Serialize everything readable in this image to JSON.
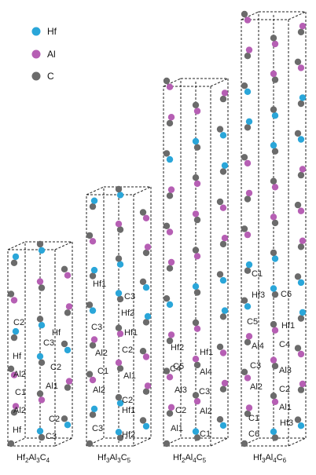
{
  "legend": [
    {
      "name": "hf-legend",
      "label": "Hf",
      "color": "#2aa6d9"
    },
    {
      "name": "al-legend",
      "label": "Al",
      "color": "#b65fb4"
    },
    {
      "name": "c-legend",
      "label": "C",
      "color": "#6b6b6b"
    }
  ],
  "colors": {
    "Hf": "#2aa6d9",
    "Al": "#b65fb4",
    "C": "#6b6b6b"
  },
  "structures": [
    {
      "formula": "Hf2Al3C4",
      "caption": {
        "a": "Hf",
        "n1": "2",
        "b": "Al",
        "n2": "3",
        "c": "C",
        "n3": "4"
      },
      "labels": [
        "C2",
        "Hf",
        "C3",
        "Hf",
        "Al2",
        "C2",
        "C1",
        "Al1",
        "Al2",
        "C2",
        "Hf",
        "C3"
      ]
    },
    {
      "formula": "Hf3Al3C5",
      "caption": {
        "a": "Hf",
        "n1": "3",
        "b": "Al",
        "n2": "3",
        "c": "C",
        "n3": "5"
      },
      "labels": [
        "Hf1",
        "C3",
        "C3",
        "Hf2",
        "Hf1",
        "Al2",
        "C2",
        "C1",
        "Al1",
        "Al2",
        "C2",
        "Hf1",
        "C3",
        "Hf2"
      ]
    },
    {
      "formula": "Hf2Al4C5",
      "caption": {
        "a": "Hf",
        "n1": "2",
        "b": "Al",
        "n2": "4",
        "c": "C",
        "n3": "5"
      },
      "labels": [
        "Hf2",
        "C5",
        "Hf1",
        "C4",
        "Al4",
        "Al3",
        "C3",
        "C2",
        "Al2",
        "Al1",
        "C1"
      ]
    },
    {
      "formula": "Hf3Al4C6",
      "caption": {
        "a": "Hf",
        "n1": "3",
        "b": "Al",
        "n2": "4",
        "c": "C",
        "n3": "6"
      },
      "labels": [
        "C1",
        "Hf3",
        "C6",
        "C5",
        "Hf1",
        "Al4",
        "C4",
        "C3",
        "Al3",
        "Al2",
        "C2",
        "Al1",
        "C1",
        "C6",
        "Hf3"
      ]
    }
  ]
}
